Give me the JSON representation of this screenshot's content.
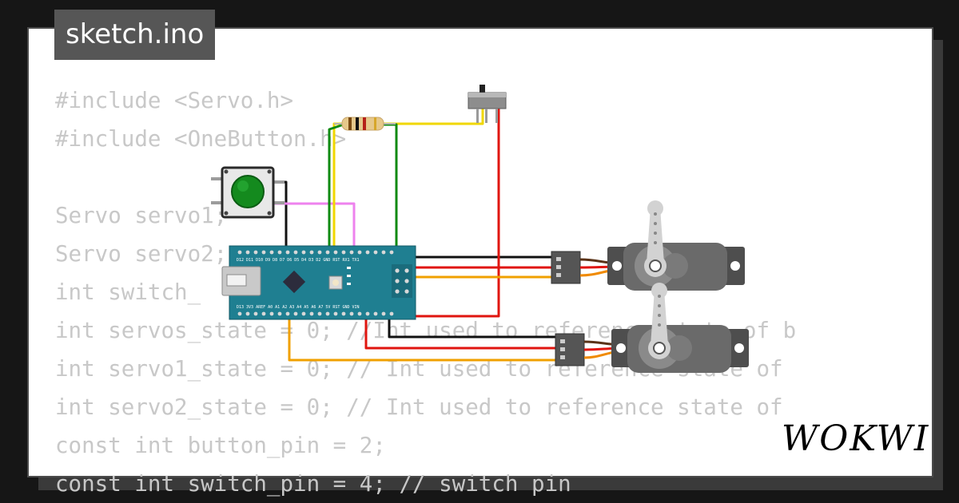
{
  "title": "sketch.ino",
  "code_lines": [
    "#include <Servo.h>",
    "#include <OneButton.h>",
    "",
    "Servo servo1;",
    "Servo servo2;",
    "int switch_",
    "int servos_state = 0; //Int used to reference state of b",
    "int servo1_state = 0; // Int used to reference state of",
    "int servo2_state = 0; // Int used to reference state of",
    "const int button_pin = 2;",
    "const int switch_pin = 4; // switch pin"
  ],
  "brand": "WOKWI",
  "components": {
    "button_color": "#148a1e",
    "board_color": "#1f7f91",
    "board_top_pins": "D12 D11 D10 D9 D8 D7 D6 D5 D4 D3 D2 GND RST RX1 TX1",
    "board_bottom_pins": "D13 3V3 AREF A0 A1 A2 A3 A4 A5 A6 A7 5V RST GND VIN"
  },
  "wire_colors": {
    "red": "#e0150f",
    "yellow": "#f0d700",
    "green": "#0f8a12",
    "orange": "#f0a000",
    "black": "#111111",
    "violet": "#ee82ee"
  }
}
